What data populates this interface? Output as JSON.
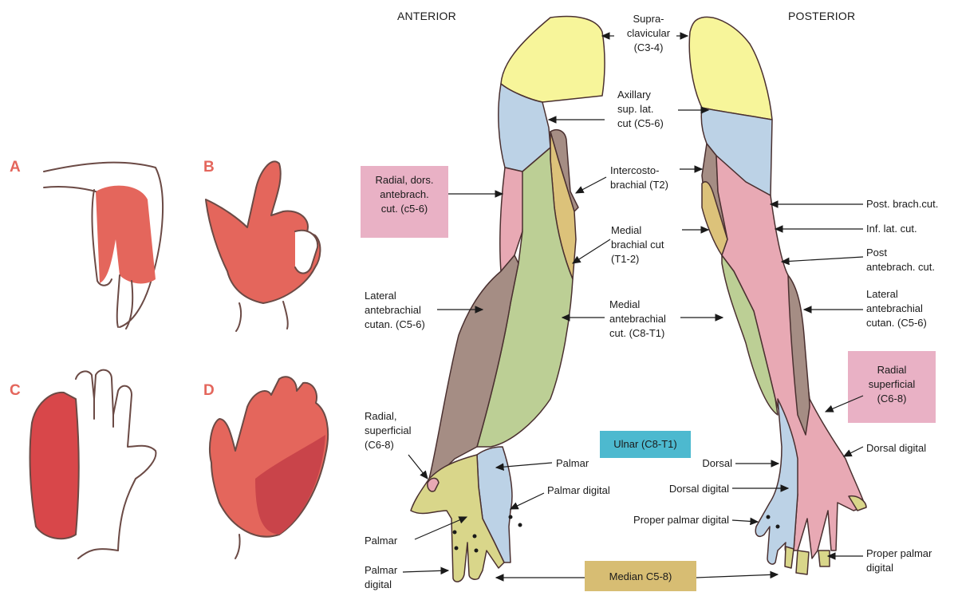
{
  "colors": {
    "supraclavicular": "#f7f59a",
    "axillary": "#bcd2e6",
    "intercostobrachial": "#a58d84",
    "medial_brachial": "#dcc27a",
    "radial_dors": "#e8a9b4",
    "lateral_antebrachial": "#a58d84",
    "medial_antebrachial": "#bccf95",
    "ulnar": "#bcd2e6",
    "median": "#d9d68a",
    "posterior": "#e8a9b4",
    "hand_shade": "#e4665c",
    "box_pink": "#e9b1c5",
    "box_cyan": "#4db9cf",
    "box_gold": "#d7bd73",
    "outline": "#4a3030"
  },
  "headings": {
    "anterior": "ANTERIOR",
    "posterior": "POSTERIOR"
  },
  "hand_panels": [
    "A",
    "B",
    "C",
    "D"
  ],
  "labels": {
    "supraclavicular": "Supra-\nclavicular\n(C3-4)",
    "axillary": "Axillary\nsup. lat.\ncut (C5-6)",
    "intercostobrachial": "Intercosto-\nbrachial (T2)",
    "medial_brachial": "Medial\nbrachial cut\n(T1-2)",
    "medial_antebrachial": "Medial\nantebrachial\ncut. (C8-T1)",
    "radial_dors": "Radial, dors.\nantebrach.\ncut. (c5-6)",
    "lateral_antebrachial_ant": "Lateral\nantebrachial\ncutan. (C5-6)",
    "radial_superficial_ant": "Radial,\nsuperficial\n(C6-8)",
    "ulnar": "Ulnar (C8-T1)",
    "palmar_ulnar": "Palmar",
    "palmar_digital_ulnar": "Palmar digital",
    "palmar_median": "Palmar",
    "palmar_digital_median": "Palmar\ndigital",
    "median": "Median  C5-8)",
    "post_brach": "Post. brach.cut.",
    "inf_lat": "Inf. lat. cut.",
    "post_antebrach": "Post\nantebrach. cut.",
    "lateral_antebrachial_post": "Lateral\nantebrachial\ncutan. (C5-6)",
    "radial_superficial_post": "Radial\nsuperficial\n(C6-8)",
    "dorsal_digital_right": "Dorsal digital",
    "dorsal": "Dorsal",
    "dorsal_digital_left": "Dorsal digital",
    "proper_palmar_left": "Proper palmar digital",
    "proper_palmar_right": "Proper palmar\ndigital"
  }
}
